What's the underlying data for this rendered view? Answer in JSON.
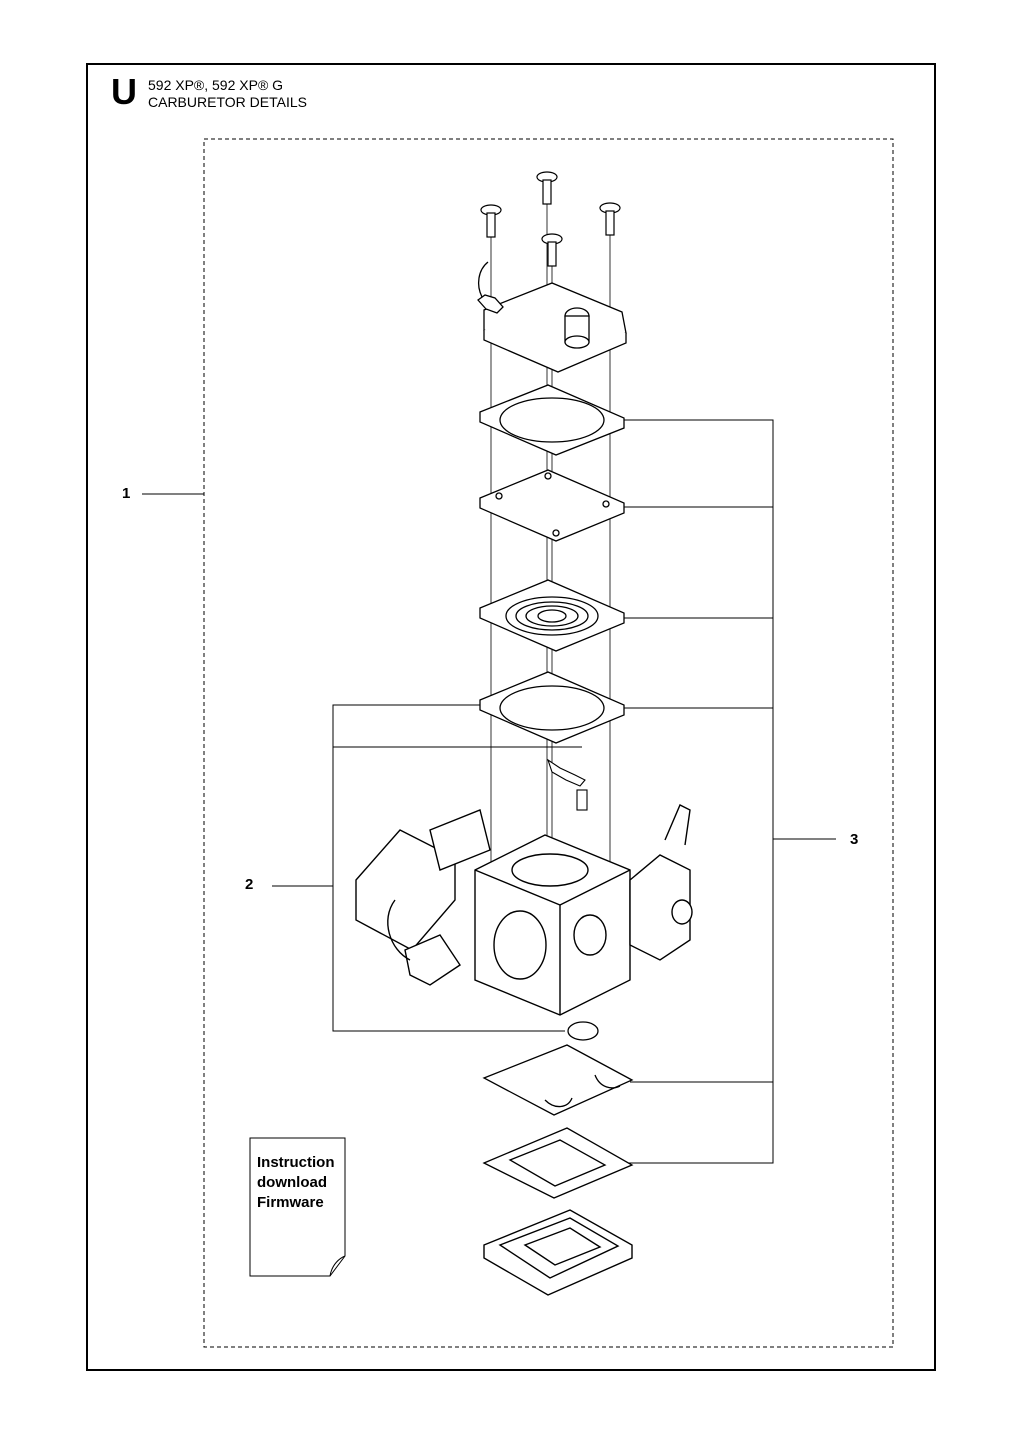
{
  "header": {
    "section_letter": "U",
    "model_line": "592 XP®, 592 XP® G",
    "subtitle": "CARBURETOR DETAILS"
  },
  "callouts": [
    {
      "id": "1",
      "label": "1"
    },
    {
      "id": "2",
      "label": "2"
    },
    {
      "id": "3",
      "label": "3"
    }
  ],
  "document_note": {
    "line1": "Instruction",
    "line2": "download",
    "line3": "Firmware"
  }
}
